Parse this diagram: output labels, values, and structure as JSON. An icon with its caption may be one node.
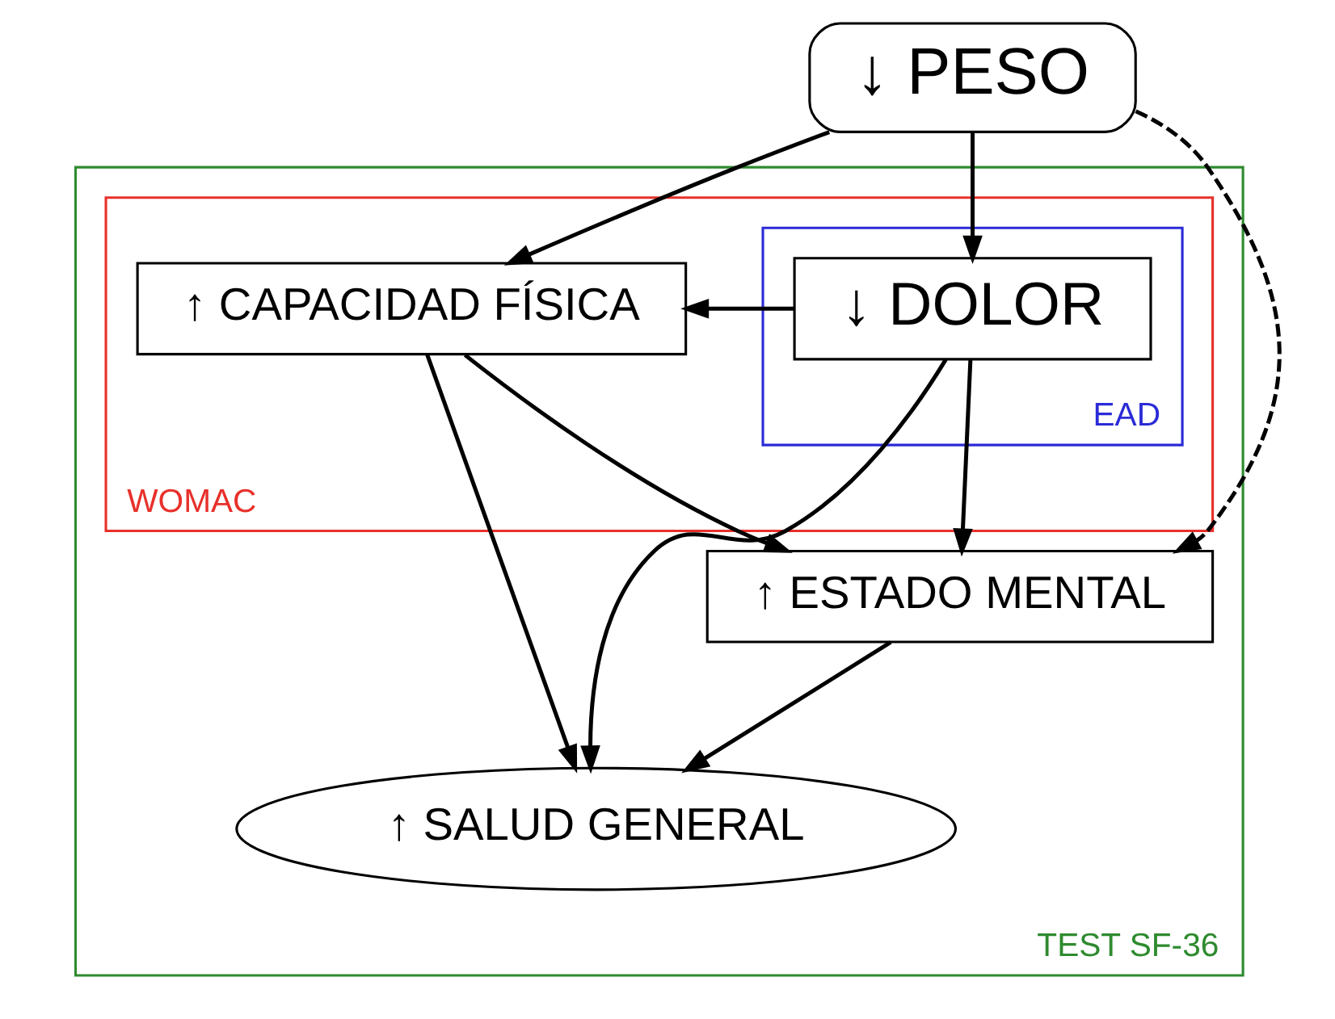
{
  "diagram": {
    "nodes": [
      {
        "text": [
          "↓ PESO"
        ]
      },
      {
        "text": [
          "TEST SF-36"
        ]
      },
      {
        "text": [
          "WOMAC"
        ],
        "in": 1
      },
      {
        "text": [
          "↑ CAPACIDAD FÍSICA"
        ],
        "in": 2
      },
      {
        "text": [
          "EAD"
        ],
        "in": 2
      },
      {
        "text": [
          "↓ DOLOR"
        ],
        "in": 4
      },
      {
        "text": [
          "↑ ESTADO MENTAL"
        ],
        "in": 1
      },
      {
        "text": [
          "↑ SALUD GENERAL"
        ],
        "in": 1
      }
    ],
    "edges": [
      {
        "from": 0,
        "to": 3,
        "arrow": "to"
      },
      {
        "from": 0,
        "to": 5,
        "arrow": "to"
      },
      {
        "from": 0,
        "to": 6,
        "arrow": "to",
        "style": "dashed"
      },
      {
        "from": 5,
        "to": 3,
        "arrow": "to"
      },
      {
        "from": 3,
        "to": 6,
        "arrow": "to"
      },
      {
        "from": 5,
        "to": 6,
        "arrow": "to"
      },
      {
        "from": 3,
        "to": 7,
        "arrow": "to"
      },
      {
        "from": 6,
        "to": 7,
        "arrow": "to"
      },
      {
        "from": 5,
        "to": 7,
        "arrow": "to"
      }
    ]
  }
}
